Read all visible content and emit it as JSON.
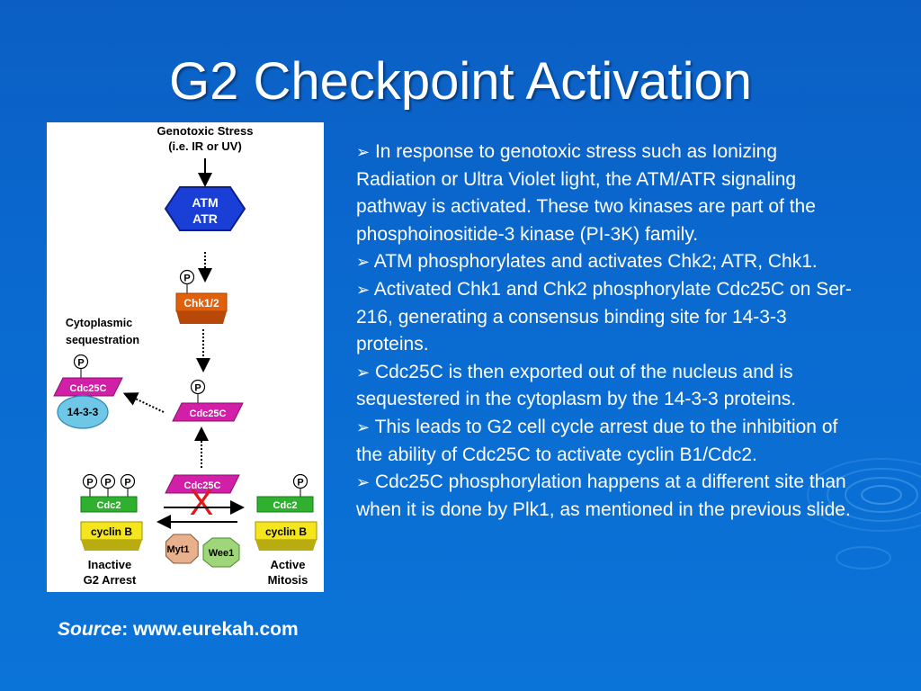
{
  "slide": {
    "title": "G2 Checkpoint Activation"
  },
  "diagram": {
    "genotoxic_line1": "Genotoxic Stress",
    "genotoxic_line2": "(i.e. IR or UV)",
    "atm": "ATM",
    "atr": "ATR",
    "chk": "Chk1/2",
    "phospho": "P",
    "cytoplasmic_line1": "Cytoplasmic",
    "cytoplasmic_line2": "sequestration",
    "cdc25c": "Cdc25C",
    "protein_1433": "14-3-3",
    "cdc2": "Cdc2",
    "cyclin_b": "cyclin B",
    "myt1": "Myt1",
    "wee1": "Wee1",
    "inactive_line1": "Inactive",
    "inactive_line2": "G2 Arrest",
    "active_line1": "Active",
    "active_line2": "Mitosis",
    "block_mark": "X"
  },
  "source": {
    "label": "Source",
    "text": ": www.eurekah.com"
  },
  "bullets": {
    "marker": "➢",
    "items": [
      "In response to genotoxic stress such as Ionizing Radiation or Ultra Violet light, the ATM/ATR signaling pathway is activated.  These two kinases are part of the phosphoinositide-3 kinase (PI-3K) family.",
      "ATM phosphorylates and activates Chk2; ATR, Chk1.",
      "Activated Chk1 and Chk2 phosphorylate Cdc25C on Ser-216, generating a consensus binding site for 14-3-3 proteins.",
      "Cdc25C is then exported out of the nucleus and is sequestered in the cytoplasm by the 14-3-3 proteins.",
      "This leads to G2 cell cycle arrest due to the inhibition of the ability of Cdc25C to activate cyclin B1/Cdc2.",
      "Cdc25C phosphorylation happens at a different site than when it is done by Plk1, as mentioned in the previous slide."
    ]
  },
  "colors": {
    "background": "#0b6ad0",
    "atm_hexagon": "#1a3fd6",
    "chk": "#e0600c",
    "cdc25c": "#d21fa8",
    "protein_1433": "#6fc7e8",
    "cdc2": "#2fb12f",
    "cyclin_b": "#f5e51c",
    "myt1": "#e8b08c",
    "wee1": "#9fd67a",
    "block_mark": "#e01818"
  }
}
